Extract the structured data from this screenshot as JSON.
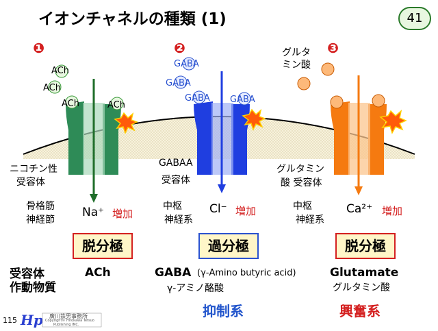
{
  "title": "イオンチャネルの種類 (1)",
  "slide_number": "41",
  "page_number": "115",
  "publisher_line1": "廣川鉄男事務所",
  "publisher_line2": "Copyright© Hirokawa Tetsuo",
  "publisher_line3": "Publishing INC.",
  "channels": [
    {
      "marker": "❶",
      "ligands": [
        "ACh",
        "ACh",
        "ACh",
        "ACh"
      ],
      "receptor_line1": "ニコチン性",
      "receptor_line2": "受容体",
      "site_line1": "骨格筋",
      "site_line2": "神経節",
      "ion": "Na⁺",
      "change": "増加",
      "effect": "脱分極",
      "transmitter": "ACh",
      "color": "#2e8b57"
    },
    {
      "marker": "❷",
      "ligands": [
        "GABA",
        "GABA",
        "GABA",
        "GABA"
      ],
      "receptor_line1": "GABAA",
      "receptor_line2": "受容体",
      "site_line1": "中枢",
      "site_line2": "神経系",
      "ion": "Cl⁻",
      "change": "増加",
      "effect": "過分極",
      "transmitter": "GABA",
      "transmitter_note": "(γ-Amino butyric acid)",
      "transmitter_jp": "γ-アミノ酪酸",
      "color": "#1f3ee0"
    },
    {
      "marker": "❸",
      "ligand_label_line1": "グルタ",
      "ligand_label_line2": "ミン酸",
      "receptor_line1": "グルタミン",
      "receptor_line2": "酸 受容体",
      "site_line1": "中枢",
      "site_line2": "神経系",
      "ion": "Ca²⁺",
      "change": "増加",
      "effect": "脱分極",
      "transmitter": "Glutamate",
      "transmitter_jp": "グルタミン酸",
      "color": "#f57a10"
    }
  ],
  "row_label_line1": "受容体",
  "row_label_line2": "作動物質",
  "inhibitory": "抑制系",
  "excitatory": "興奮系"
}
